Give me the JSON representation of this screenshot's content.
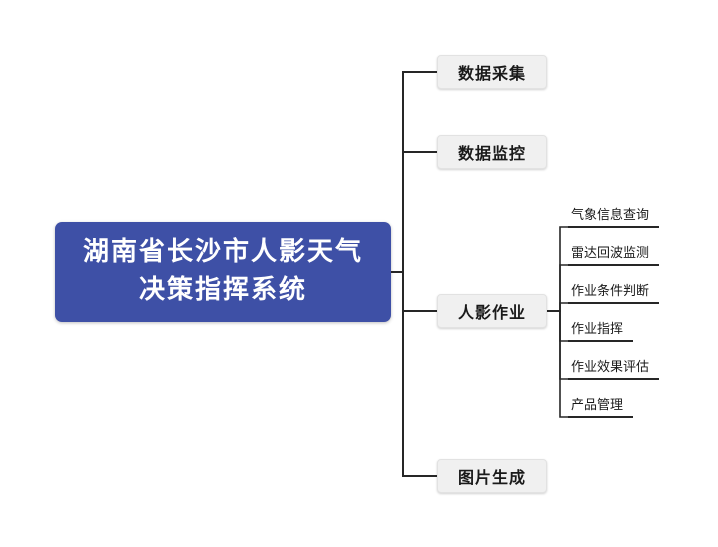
{
  "root": {
    "label_lines": [
      "湖南省长沙市人影天气",
      "决策指挥系统"
    ]
  },
  "branches": [
    {
      "label": "数据采集"
    },
    {
      "label": "数据监控"
    },
    {
      "label": "人影作业",
      "children": [
        {
          "label": "气象信息查询"
        },
        {
          "label": "雷达回波监测"
        },
        {
          "label": "作业条件判断"
        },
        {
          "label": "作业指挥"
        },
        {
          "label": "作业效果评估"
        },
        {
          "label": "产品管理"
        }
      ]
    },
    {
      "label": "图片生成"
    }
  ],
  "colors": {
    "canvas_bg": "#ffffff",
    "root_bg": "#3e50a6",
    "root_text": "#ffffff",
    "branch_bg": "#f0f0f0",
    "branch_border": "#e2e2e2",
    "branch_text": "#1a1a1a",
    "leaf_text": "#1a1a1a",
    "line": "#262626"
  }
}
